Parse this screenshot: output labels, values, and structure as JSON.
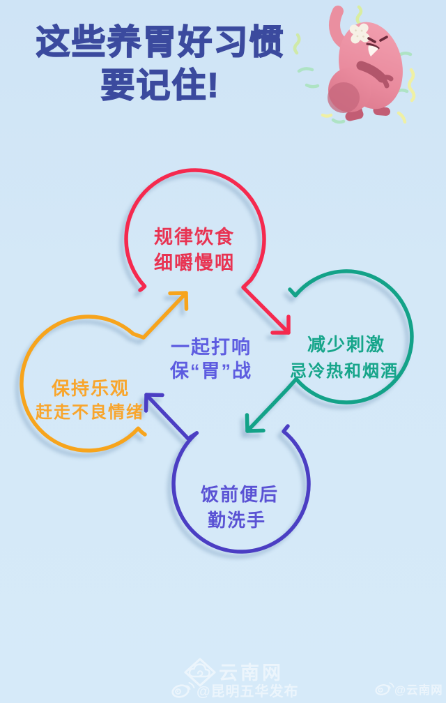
{
  "poster": {
    "background_color": "#d3e8f7",
    "title": {
      "line1": "这些养胃好习惯",
      "line2": "要记住!",
      "color": "#3b4a9e"
    },
    "mascot": {
      "icon": "injured-stomach-cartoon",
      "body_color": "#ec8fa0",
      "bandage_color": "#f6f1e6",
      "squiggle_green": "#aee3c4",
      "squiggle_yellow": "#eff0a4"
    },
    "cycle": {
      "center": {
        "line1": "一起打响",
        "line2": "保“胃”战",
        "color": "#5d5ce0"
      },
      "nodes": {
        "top": {
          "line1": "规律饮食",
          "line2": "细嚼慢咽",
          "color": "#f5294e"
        },
        "right": {
          "line1": "减少刺激",
          "line2": "忌冷热和烟酒",
          "color": "#13a288"
        },
        "bottom": {
          "line1": "饭前便后",
          "line2": "勤洗手",
          "color": "#4b3ec3"
        },
        "left": {
          "line1": "保持乐观",
          "line2": "赶走不良情绪",
          "color": "#f7a41c"
        }
      },
      "flow_order": [
        "top",
        "right",
        "bottom",
        "left"
      ]
    },
    "footer": {
      "brand": "云南网",
      "brand_logo_icon": "diamond-cloud-logo",
      "weibo_icon": "weibo-logo",
      "handle_center": "@昆明五华发布",
      "handle_right": "@云南网"
    }
  }
}
